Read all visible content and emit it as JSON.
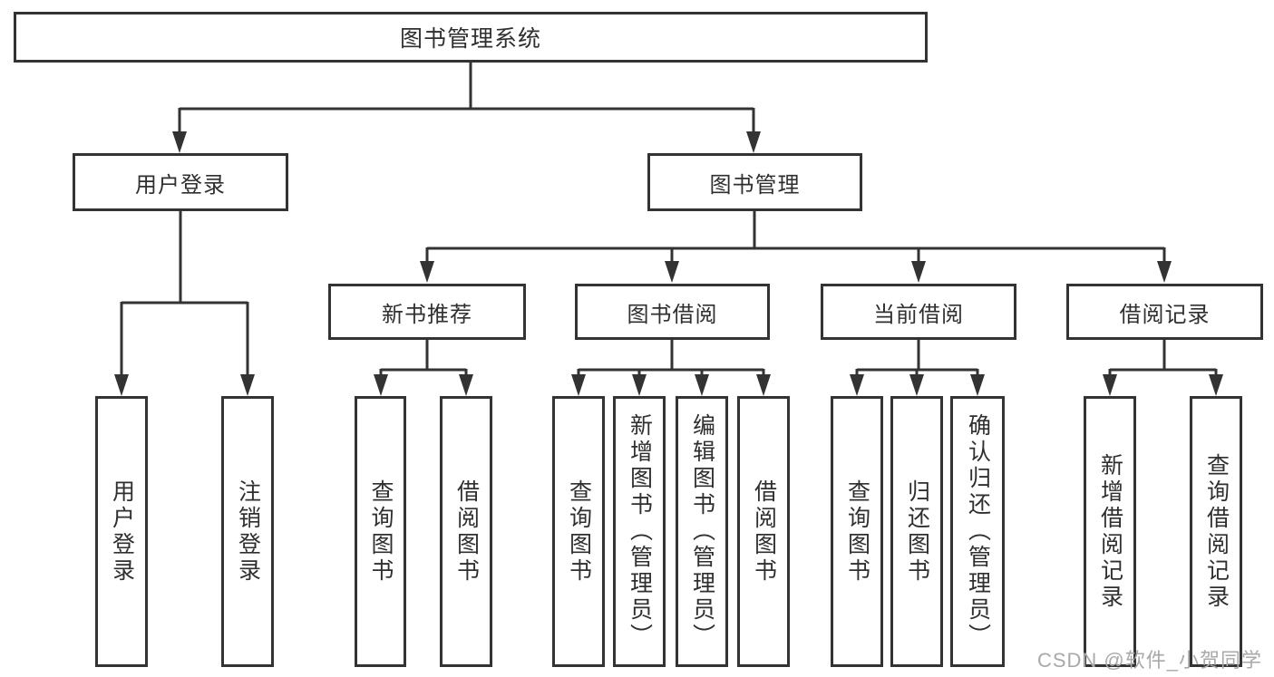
{
  "nodes": {
    "root": {
      "label": "图书管理系统"
    },
    "branches": [
      {
        "label": "用户登录"
      },
      {
        "label": "图书管理"
      }
    ],
    "modules": [
      {
        "label": "新书推荐"
      },
      {
        "label": "图书借阅"
      },
      {
        "label": "当前借阅"
      },
      {
        "label": "借阅记录"
      }
    ],
    "functions": [
      {
        "label": "用户登录"
      },
      {
        "label": "注销登录"
      },
      {
        "label": "查询图书"
      },
      {
        "label": "借阅图书"
      },
      {
        "label": "查询图书"
      },
      {
        "label": "新增图书（管理员）"
      },
      {
        "label": "编辑图书（管理员）"
      },
      {
        "label": "借阅图书"
      },
      {
        "label": "查询图书"
      },
      {
        "label": "归还图书"
      },
      {
        "label": "确认归还（管理员）"
      },
      {
        "label": "新增借阅记录"
      },
      {
        "label": "查询借阅记录"
      }
    ]
  },
  "watermark": {
    "text": "CSDN @软件_小贺同学"
  },
  "colors": {
    "line": "#333333",
    "text": "#2f2f2f",
    "box_background": "#ffffff",
    "page_background": "#ffffff",
    "watermark": "#a9a9a9"
  }
}
